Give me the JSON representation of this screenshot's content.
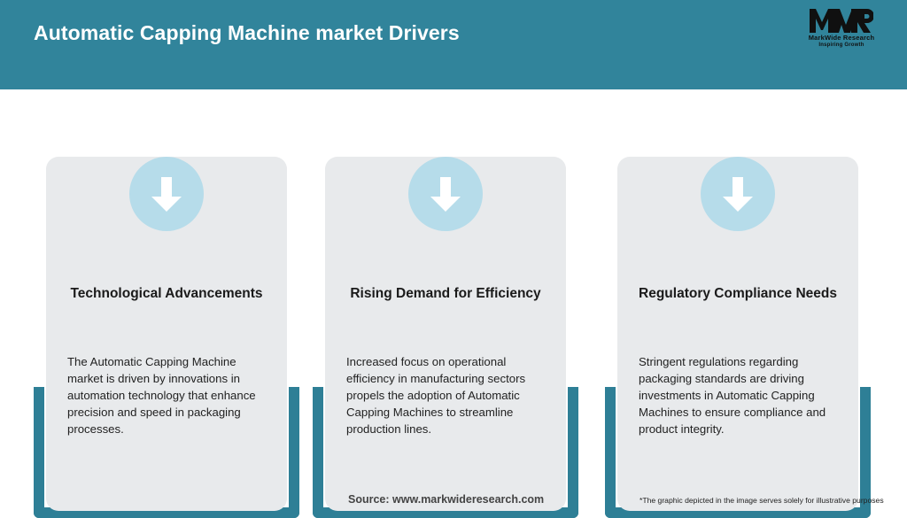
{
  "header": {
    "title": "Automatic Capping Machine market Drivers",
    "background_color": "#31849b",
    "title_color": "#ffffff"
  },
  "logo": {
    "mark": "MWR",
    "name": "MarkWide Research",
    "tagline": "Inspiring Growth"
  },
  "theme": {
    "teal": "#2e7f96",
    "card_gray": "#e8eaec",
    "badge_blue": "#b6dcea",
    "arrow_white": "#ffffff"
  },
  "cards": [
    {
      "icon": "arrow-down-icon",
      "title": "Technological Advancements",
      "body": "The Automatic Capping Machine market is driven by innovations in automation technology that enhance precision and speed in packaging processes."
    },
    {
      "icon": "arrow-down-icon",
      "title": "Rising Demand for Efficiency",
      "body": "Increased focus on operational efficiency in manufacturing sectors propels the adoption of Automatic Capping Machines to streamline production lines."
    },
    {
      "icon": "arrow-down-icon",
      "title": "Regulatory Compliance Needs",
      "body": "Stringent regulations regarding packaging standards are driving investments in Automatic Capping Machines to ensure compliance and product integrity."
    }
  ],
  "footer": {
    "source": "Source: www.markwideresearch.com",
    "note": "*The graphic depicted in the image serves solely for illustrative purposes"
  }
}
